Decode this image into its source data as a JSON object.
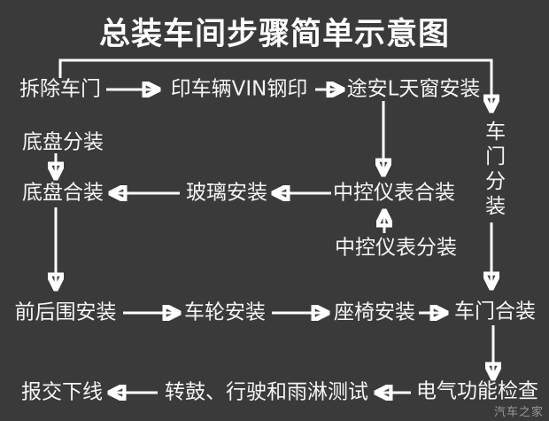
{
  "title": "总装车间步骤简单示意图",
  "watermark": "汽车之家",
  "colors": {
    "background": "#3a3a3a",
    "text": "#f5f5f5",
    "title_text": "#ffffff",
    "arrow": "#ffffff",
    "watermark": "#9a9a9a"
  },
  "nodes": {
    "remove_doors": {
      "label": "拆除车门"
    },
    "vin_stamp": {
      "label": "印车辆VIN钢印"
    },
    "touran_sunroof": {
      "label": "途安L天窗安装"
    },
    "door_sub_assembly": {
      "label": "车门分装"
    },
    "chassis_sub_assembly": {
      "label": "底盘分装"
    },
    "chassis_marriage": {
      "label": "底盘合装"
    },
    "glass_install": {
      "label": "玻璃安装"
    },
    "dashboard_marriage": {
      "label": "中控仪表合装"
    },
    "dashboard_sub_assembly": {
      "label": "中控仪表分装"
    },
    "front_rear_end_install": {
      "label": "前后围安装"
    },
    "wheel_install": {
      "label": "车轮安装"
    },
    "seat_install": {
      "label": "座椅安装"
    },
    "door_marriage": {
      "label": "车门合装"
    },
    "submit_offline": {
      "label": "报交下线"
    },
    "drum_drive_rain_test": {
      "label": "转鼓、行驶和雨淋测试"
    },
    "electrical_function_check": {
      "label": "电气功能检查"
    }
  },
  "edges": [
    {
      "from": "拆除车门",
      "to": "车门分装"
    },
    {
      "from": "拆除车门",
      "to": "印车辆VIN钢印"
    },
    {
      "from": "印车辆VIN钢印",
      "to": "途安L天窗安装"
    },
    {
      "from": "途安L天窗安装",
      "to": "中控仪表合装"
    },
    {
      "from": "底盘分装",
      "to": "底盘合装"
    },
    {
      "from": "中控仪表合装",
      "to": "玻璃安装"
    },
    {
      "from": "玻璃安装",
      "to": "底盘合装"
    },
    {
      "from": "中控仪表分装",
      "to": "中控仪表合装"
    },
    {
      "from": "车门分装",
      "to": "车门合装"
    },
    {
      "from": "底盘合装",
      "to": "前后围安装"
    },
    {
      "from": "前后围安装",
      "to": "车轮安装"
    },
    {
      "from": "车轮安装",
      "to": "座椅安装"
    },
    {
      "from": "座椅安装",
      "to": "车门合装"
    },
    {
      "from": "车门合装",
      "to": "电气功能检查"
    },
    {
      "from": "电气功能检查",
      "to": "转鼓、行驶和雨淋测试"
    },
    {
      "from": "转鼓、行驶和雨淋测试",
      "to": "报交下线"
    }
  ]
}
